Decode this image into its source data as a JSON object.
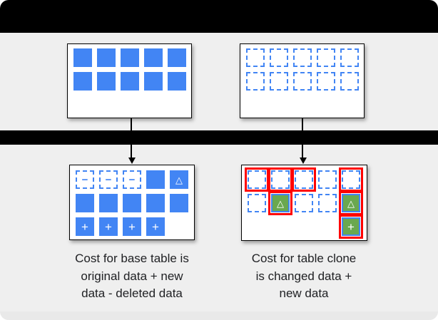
{
  "colors": {
    "block_blue": "#4285F4",
    "changed_green": "#6AA84F",
    "highlight_red": "#FF0000",
    "background_gray": "#efefef",
    "bar_black": "#000000",
    "text": "#202124"
  },
  "symbols": {
    "minus": "−",
    "triangle": "△",
    "plus": "+"
  },
  "panels": {
    "top_left": {
      "label": "base-table-original",
      "grid": [
        [
          "solid",
          "solid",
          "solid",
          "solid",
          "solid"
        ],
        [
          "solid",
          "solid",
          "solid",
          "solid",
          "solid"
        ]
      ]
    },
    "top_right": {
      "label": "table-clone-at-creation",
      "grid": [
        [
          "dashed",
          "dashed",
          "dashed",
          "dashed",
          "dashed"
        ],
        [
          "dashed",
          "dashed",
          "dashed",
          "dashed",
          "dashed"
        ]
      ]
    },
    "bottom_left": {
      "label": "base-table-after-changes",
      "grid": [
        [
          "dashed:minus",
          "dashed:minus",
          "dashed:minus",
          "solid",
          "solid:triangle"
        ],
        [
          "solid",
          "solid",
          "solid",
          "solid",
          "solid"
        ],
        [
          "solid:plus",
          "solid:plus",
          "solid:plus",
          "solid:plus",
          "empty"
        ]
      ]
    },
    "bottom_right": {
      "label": "table-clone-after-changes",
      "grid": [
        [
          "dashed:red",
          "dashed:red",
          "dashed:red",
          "dashed",
          "dashed:red"
        ],
        [
          "dashed",
          "green:triangle:red",
          "dashed",
          "dashed",
          "green:triangle:red"
        ],
        [
          "empty",
          "empty",
          "empty",
          "empty",
          "green:plus:red"
        ]
      ]
    }
  },
  "captions": {
    "left": {
      "lines": [
        "Cost for base table is",
        "original data + new",
        "data - deleted data"
      ]
    },
    "right": {
      "lines": [
        "Cost for table clone",
        "is changed data +",
        "new data"
      ]
    }
  }
}
